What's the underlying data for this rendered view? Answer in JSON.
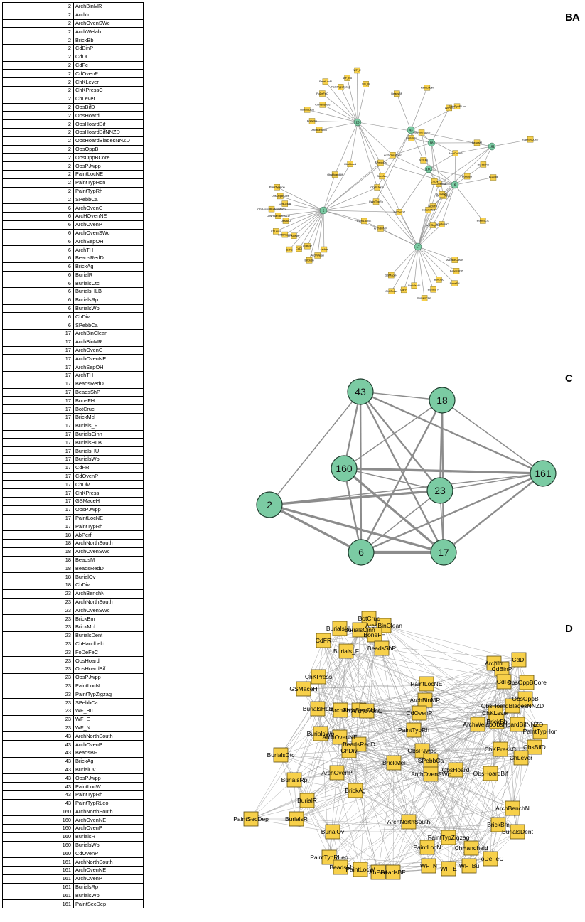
{
  "panel_labels": {
    "a": "A",
    "b": "B",
    "c": "C",
    "d": "D"
  },
  "colors": {
    "node_green": "#7bcba3",
    "node_yellow": "#f7d04a",
    "edge": "#8c8c8c"
  },
  "table": {
    "rows": [
      [
        "2",
        "ArchBinMR"
      ],
      [
        "2",
        "ArchIrr"
      ],
      [
        "2",
        "ArchOvenSWc"
      ],
      [
        "2",
        "ArchWelab"
      ],
      [
        "2",
        "BrickBb"
      ],
      [
        "2",
        "CdBinP"
      ],
      [
        "2",
        "CdDI"
      ],
      [
        "2",
        "CdFc"
      ],
      [
        "2",
        "CdOvenP"
      ],
      [
        "2",
        "ChKLever"
      ],
      [
        "2",
        "ChKPressC"
      ],
      [
        "2",
        "ChLever"
      ],
      [
        "2",
        "ObsBifD"
      ],
      [
        "2",
        "ObsHoard"
      ],
      [
        "2",
        "ObsHoardBif"
      ],
      [
        "2",
        "ObsHoardBifNNZD"
      ],
      [
        "2",
        "ObsHoardBladesNNZD"
      ],
      [
        "2",
        "ObsOppB"
      ],
      [
        "2",
        "ObsOppBCore"
      ],
      [
        "2",
        "ObsPJwpp"
      ],
      [
        "2",
        "PaintLocNE"
      ],
      [
        "2",
        "PaintTypHon"
      ],
      [
        "2",
        "PaintTypRh"
      ],
      [
        "2",
        "SPebbCa"
      ],
      [
        "6",
        "ArchOvenC"
      ],
      [
        "6",
        "ArcHOvenNE"
      ],
      [
        "6",
        "ArchOvenP"
      ],
      [
        "6",
        "ArchOvenSWc"
      ],
      [
        "6",
        "ArchSepOH"
      ],
      [
        "6",
        "ArchTH"
      ],
      [
        "6",
        "BeadsRedD"
      ],
      [
        "6",
        "BrickAg"
      ],
      [
        "6",
        "BurialR"
      ],
      [
        "6",
        "BurialsCtc"
      ],
      [
        "6",
        "BurialsHLB"
      ],
      [
        "6",
        "BurialsRp"
      ],
      [
        "6",
        "BurialsWp"
      ],
      [
        "6",
        "ChDiv"
      ],
      [
        "6",
        "SPebbCa"
      ],
      [
        "17",
        "ArchBinClean"
      ],
      [
        "17",
        "ArchBinMR"
      ],
      [
        "17",
        "ArchOvenC"
      ],
      [
        "17",
        "ArchOvenNE"
      ],
      [
        "17",
        "ArchSepOH"
      ],
      [
        "17",
        "ArchTH"
      ],
      [
        "17",
        "BeadsRedD"
      ],
      [
        "17",
        "BeadsShP"
      ],
      [
        "17",
        "BoneFH"
      ],
      [
        "17",
        "BotCruc"
      ],
      [
        "17",
        "BrickMcl"
      ],
      [
        "17",
        "Burials_F"
      ],
      [
        "17",
        "BurialsCinn"
      ],
      [
        "17",
        "BurialsHLB"
      ],
      [
        "17",
        "BurialsHU"
      ],
      [
        "17",
        "BurialsWp"
      ],
      [
        "17",
        "CdFR"
      ],
      [
        "17",
        "CdOvenP"
      ],
      [
        "17",
        "ChDiv"
      ],
      [
        "17",
        "ChKPress"
      ],
      [
        "17",
        "GSMaceH"
      ],
      [
        "17",
        "ObsPJwpp"
      ],
      [
        "17",
        "PaintLocNE"
      ],
      [
        "17",
        "PaintTypRh"
      ],
      [
        "18",
        "AbPerf"
      ],
      [
        "18",
        "ArchNorthSouth"
      ],
      [
        "18",
        "ArchOvenSWc"
      ],
      [
        "18",
        "BeadsM"
      ],
      [
        "18",
        "BeadsRedD"
      ],
      [
        "18",
        "BurialOv"
      ],
      [
        "18",
        "ChDiv"
      ],
      [
        "23",
        "ArchBenchN"
      ],
      [
        "23",
        "ArchNorthSouth"
      ],
      [
        "23",
        "ArchOvenSWc"
      ],
      [
        "23",
        "BrickBm"
      ],
      [
        "23",
        "BrickMcl"
      ],
      [
        "23",
        "BurialsDent"
      ],
      [
        "23",
        "ChHandheld"
      ],
      [
        "23",
        "FoDeFeC"
      ],
      [
        "23",
        "ObsHoard"
      ],
      [
        "23",
        "ObsHoardBif"
      ],
      [
        "23",
        "ObsPJwpp"
      ],
      [
        "23",
        "PaintLocN"
      ],
      [
        "23",
        "PaintTypZigzag"
      ],
      [
        "23",
        "SPebbCa"
      ],
      [
        "23",
        "WF_Bu"
      ],
      [
        "23",
        "WF_E"
      ],
      [
        "23",
        "WF_N"
      ],
      [
        "43",
        "ArchNorthSouth"
      ],
      [
        "43",
        "ArchOvenP"
      ],
      [
        "43",
        "BeadsBF"
      ],
      [
        "43",
        "BrickAg"
      ],
      [
        "43",
        "BurialOv"
      ],
      [
        "43",
        "ObsPJwpp"
      ],
      [
        "43",
        "PaintLocW"
      ],
      [
        "43",
        "PaintTypRh"
      ],
      [
        "43",
        "PaintTypRLeo"
      ],
      [
        "160",
        "ArchNorthSouth"
      ],
      [
        "160",
        "ArchOvenNE"
      ],
      [
        "160",
        "ArchOvenP"
      ],
      [
        "160",
        "BurialsR"
      ],
      [
        "160",
        "BurialsWp"
      ],
      [
        "160",
        "CdOvenP"
      ],
      [
        "161",
        "ArchNorthSouth"
      ],
      [
        "161",
        "ArchOvenNE"
      ],
      [
        "161",
        "ArchOvenP"
      ],
      [
        "161",
        "BurialsRp"
      ],
      [
        "161",
        "BurialsWp"
      ],
      [
        "161",
        "PaintSecDep"
      ]
    ]
  },
  "panel_b": {
    "centers": [
      {
        "id": "2",
        "label": "2"
      },
      {
        "id": "6",
        "label": "6"
      },
      {
        "id": "17",
        "label": "17"
      },
      {
        "id": "18",
        "label": "18"
      },
      {
        "id": "23",
        "label": "23"
      },
      {
        "id": "43",
        "label": "43"
      },
      {
        "id": "160",
        "label": "160"
      },
      {
        "id": "161",
        "label": "161"
      }
    ],
    "leaves": [
      {
        "label": "ArchBinMR",
        "links": [
          "2",
          "17"
        ]
      },
      {
        "label": "ArchIrr",
        "links": [
          "2"
        ]
      },
      {
        "label": "ArchOvenSWc",
        "links": [
          "2",
          "6",
          "18",
          "23"
        ]
      },
      {
        "label": "ArchWelab",
        "links": [
          "2"
        ]
      },
      {
        "label": "BrickBb",
        "links": [
          "2"
        ]
      },
      {
        "label": "CdBinP",
        "links": [
          "2"
        ]
      },
      {
        "label": "CdDI",
        "links": [
          "2"
        ]
      },
      {
        "label": "CdFc",
        "links": [
          "2"
        ]
      },
      {
        "label": "CdOvenP",
        "links": [
          "2",
          "17",
          "160"
        ]
      },
      {
        "label": "ChKLever",
        "links": [
          "2"
        ]
      },
      {
        "label": "ChKPressC",
        "links": [
          "2"
        ]
      },
      {
        "label": "ChLever",
        "links": [
          "2"
        ]
      },
      {
        "label": "ObsBifD",
        "links": [
          "2"
        ]
      },
      {
        "label": "ObsHoard",
        "links": [
          "2",
          "23"
        ]
      },
      {
        "label": "ObsHoardBif",
        "links": [
          "2",
          "23"
        ]
      },
      {
        "label": "ObsHoardBifNNZD",
        "links": [
          "2"
        ]
      },
      {
        "label": "ObsHoardBladesNNZD",
        "links": [
          "2"
        ]
      },
      {
        "label": "ObsOppB",
        "links": [
          "2"
        ]
      },
      {
        "label": "ObsOppBCore",
        "links": [
          "2"
        ]
      },
      {
        "label": "ObsPJwpp",
        "links": [
          "2",
          "17",
          "23",
          "43"
        ]
      },
      {
        "label": "PaintLocNE",
        "links": [
          "2",
          "17"
        ]
      },
      {
        "label": "PaintTypHon",
        "links": [
          "2"
        ]
      },
      {
        "label": "PaintTypRh",
        "links": [
          "2",
          "17",
          "43"
        ]
      },
      {
        "label": "SPebbCa",
        "links": [
          "2",
          "6",
          "23"
        ]
      },
      {
        "label": "ArchOvenC",
        "links": [
          "6",
          "17"
        ]
      },
      {
        "label": "ArchOvenNE",
        "links": [
          "6",
          "17",
          "160",
          "161"
        ]
      },
      {
        "label": "ArchOvenP",
        "links": [
          "6",
          "43",
          "160",
          "161"
        ]
      },
      {
        "label": "ArchSepOH",
        "links": [
          "6",
          "17"
        ]
      },
      {
        "label": "ArchTH",
        "links": [
          "6",
          "17"
        ]
      },
      {
        "label": "BeadsRedD",
        "links": [
          "6",
          "17",
          "18"
        ]
      },
      {
        "label": "BrickAg",
        "links": [
          "6",
          "43"
        ]
      },
      {
        "label": "BurialR",
        "links": [
          "6"
        ]
      },
      {
        "label": "BurialsCtc",
        "links": [
          "6"
        ]
      },
      {
        "label": "BurialsHLB",
        "links": [
          "6",
          "17"
        ]
      },
      {
        "label": "BurialsRp",
        "links": [
          "6",
          "161"
        ]
      },
      {
        "label": "BurialsWp",
        "links": [
          "6",
          "17",
          "160",
          "161"
        ]
      },
      {
        "label": "ChDiv",
        "links": [
          "6",
          "17",
          "18"
        ]
      },
      {
        "label": "ArchBinClean",
        "links": [
          "17"
        ]
      },
      {
        "label": "BeadsShP",
        "links": [
          "17"
        ]
      },
      {
        "label": "BoneFH",
        "links": [
          "17"
        ]
      },
      {
        "label": "BotCruc",
        "links": [
          "17"
        ]
      },
      {
        "label": "BrickMcl",
        "links": [
          "17",
          "23"
        ]
      },
      {
        "label": "Burials_F",
        "links": [
          "17"
        ]
      },
      {
        "label": "BurialsCinn",
        "links": [
          "17"
        ]
      },
      {
        "label": "BurialsHU",
        "links": [
          "17"
        ]
      },
      {
        "label": "CdFR",
        "links": [
          "17"
        ]
      },
      {
        "label": "ChKPress",
        "links": [
          "17"
        ]
      },
      {
        "label": "GSMaceH",
        "links": [
          "17"
        ]
      },
      {
        "label": "AbPerf",
        "links": [
          "18"
        ]
      },
      {
        "label": "ArchNorthSouth",
        "links": [
          "18",
          "23",
          "43",
          "160",
          "161"
        ]
      },
      {
        "label": "BeadsM",
        "links": [
          "18"
        ]
      },
      {
        "label": "BurialOv",
        "links": [
          "18",
          "43"
        ]
      },
      {
        "label": "ArchBenchN",
        "links": [
          "23"
        ]
      },
      {
        "label": "BrickBm",
        "links": [
          "23"
        ]
      },
      {
        "label": "BurialsDent",
        "links": [
          "23"
        ]
      },
      {
        "label": "ChHandheld",
        "links": [
          "23"
        ]
      },
      {
        "label": "FoDeFeC",
        "links": [
          "23"
        ]
      },
      {
        "label": "PaintLocN",
        "links": [
          "23"
        ]
      },
      {
        "label": "PaintTypZigzag",
        "links": [
          "23"
        ]
      },
      {
        "label": "WF_Bu",
        "links": [
          "23"
        ]
      },
      {
        "label": "WF_E",
        "links": [
          "23"
        ]
      },
      {
        "label": "WF_N",
        "links": [
          "23"
        ]
      },
      {
        "label": "BeadsBF",
        "links": [
          "43"
        ]
      },
      {
        "label": "PaintLocW",
        "links": [
          "43"
        ]
      },
      {
        "label": "PaintTypRLeo",
        "links": [
          "43"
        ]
      },
      {
        "label": "BurialsR",
        "links": [
          "160"
        ]
      },
      {
        "label": "PaintSecDep",
        "links": [
          "161"
        ]
      }
    ]
  },
  "panel_c": {
    "nodes": [
      {
        "id": "43",
        "label": "43"
      },
      {
        "id": "18",
        "label": "18"
      },
      {
        "id": "160",
        "label": "160"
      },
      {
        "id": "23",
        "label": "23"
      },
      {
        "id": "161",
        "label": "161"
      },
      {
        "id": "2",
        "label": "2"
      },
      {
        "id": "6",
        "label": "6"
      },
      {
        "id": "17",
        "label": "17"
      }
    ],
    "edges": [
      {
        "a": "43",
        "b": "18",
        "w": 1
      },
      {
        "a": "43",
        "b": "160",
        "w": 2
      },
      {
        "a": "43",
        "b": "23",
        "w": 2
      },
      {
        "a": "43",
        "b": "161",
        "w": 2
      },
      {
        "a": "43",
        "b": "2",
        "w": 1
      },
      {
        "a": "43",
        "b": "6",
        "w": 2
      },
      {
        "a": "43",
        "b": "17",
        "w": 2
      },
      {
        "a": "18",
        "b": "160",
        "w": 1
      },
      {
        "a": "18",
        "b": "23",
        "w": 2
      },
      {
        "a": "18",
        "b": "161",
        "w": 1
      },
      {
        "a": "18",
        "b": "6",
        "w": 2
      },
      {
        "a": "18",
        "b": "17",
        "w": 2
      },
      {
        "a": "160",
        "b": "161",
        "w": 3
      },
      {
        "a": "160",
        "b": "23",
        "w": 1
      },
      {
        "a": "160",
        "b": "6",
        "w": 2
      },
      {
        "a": "160",
        "b": "17",
        "w": 3
      },
      {
        "a": "23",
        "b": "161",
        "w": 1
      },
      {
        "a": "23",
        "b": "2",
        "w": 3
      },
      {
        "a": "23",
        "b": "6",
        "w": 1
      },
      {
        "a": "23",
        "b": "17",
        "w": 1
      },
      {
        "a": "161",
        "b": "2",
        "w": 1
      },
      {
        "a": "161",
        "b": "6",
        "w": 2
      },
      {
        "a": "161",
        "b": "17",
        "w": 2
      },
      {
        "a": "2",
        "b": "6",
        "w": 3
      },
      {
        "a": "2",
        "b": "17",
        "w": 3
      },
      {
        "a": "6",
        "b": "17",
        "w": 4
      }
    ]
  },
  "panel_d": {
    "nodes": [
      "BotCruc",
      "ArchBinClean",
      "BurialsHU",
      "BurialsCinn",
      "BoneFH",
      "CdFR",
      "Burials_F",
      "BeadsShP",
      "ChKPress",
      "GSMaceH",
      "BurialsHLB",
      "ArchTH",
      "ArchSepOH",
      "ArchOvenC",
      "BurialsWp",
      "ArchOvenNE",
      "BeadsRedD",
      "ChDiv",
      "BurialsCtc",
      "BurialsRp",
      "ArchOvenP",
      "BrickAg",
      "BurialR",
      "PaintSecDep",
      "BurialsR",
      "BurialOv",
      "PaintTypRLeo",
      "BeadsM",
      "PaintLocW",
      "AbPerf",
      "BeadsBF",
      "PaintLocNE",
      "ArchBinMR",
      "CdOvenP",
      "PaintTypRh",
      "ObsPJwpp",
      "BrickMcl",
      "SPebbCa",
      "ArchOvenSWc",
      "ArchNorthSouth",
      "ArchIrr",
      "CdDI",
      "CdBinP",
      "CdFc",
      "ObsOppBCore",
      "ObsOppB",
      "ObsHoardBladesNNZD",
      "ChKLever",
      "ArchWelab",
      "BrickBb",
      "ObsHoardBifNNZD",
      "PaintTypHon",
      "ObsBifD",
      "ChKPressC",
      "ChLever",
      "ObsHoard",
      "ObsHoardBif",
      "ArchBenchN",
      "BrickBm",
      "BurialsDent",
      "PaintTypZigzag",
      "ChHandheld",
      "PaintLocN",
      "FoDeFeC",
      "WF_N",
      "WF_E",
      "WF_Bu"
    ]
  }
}
